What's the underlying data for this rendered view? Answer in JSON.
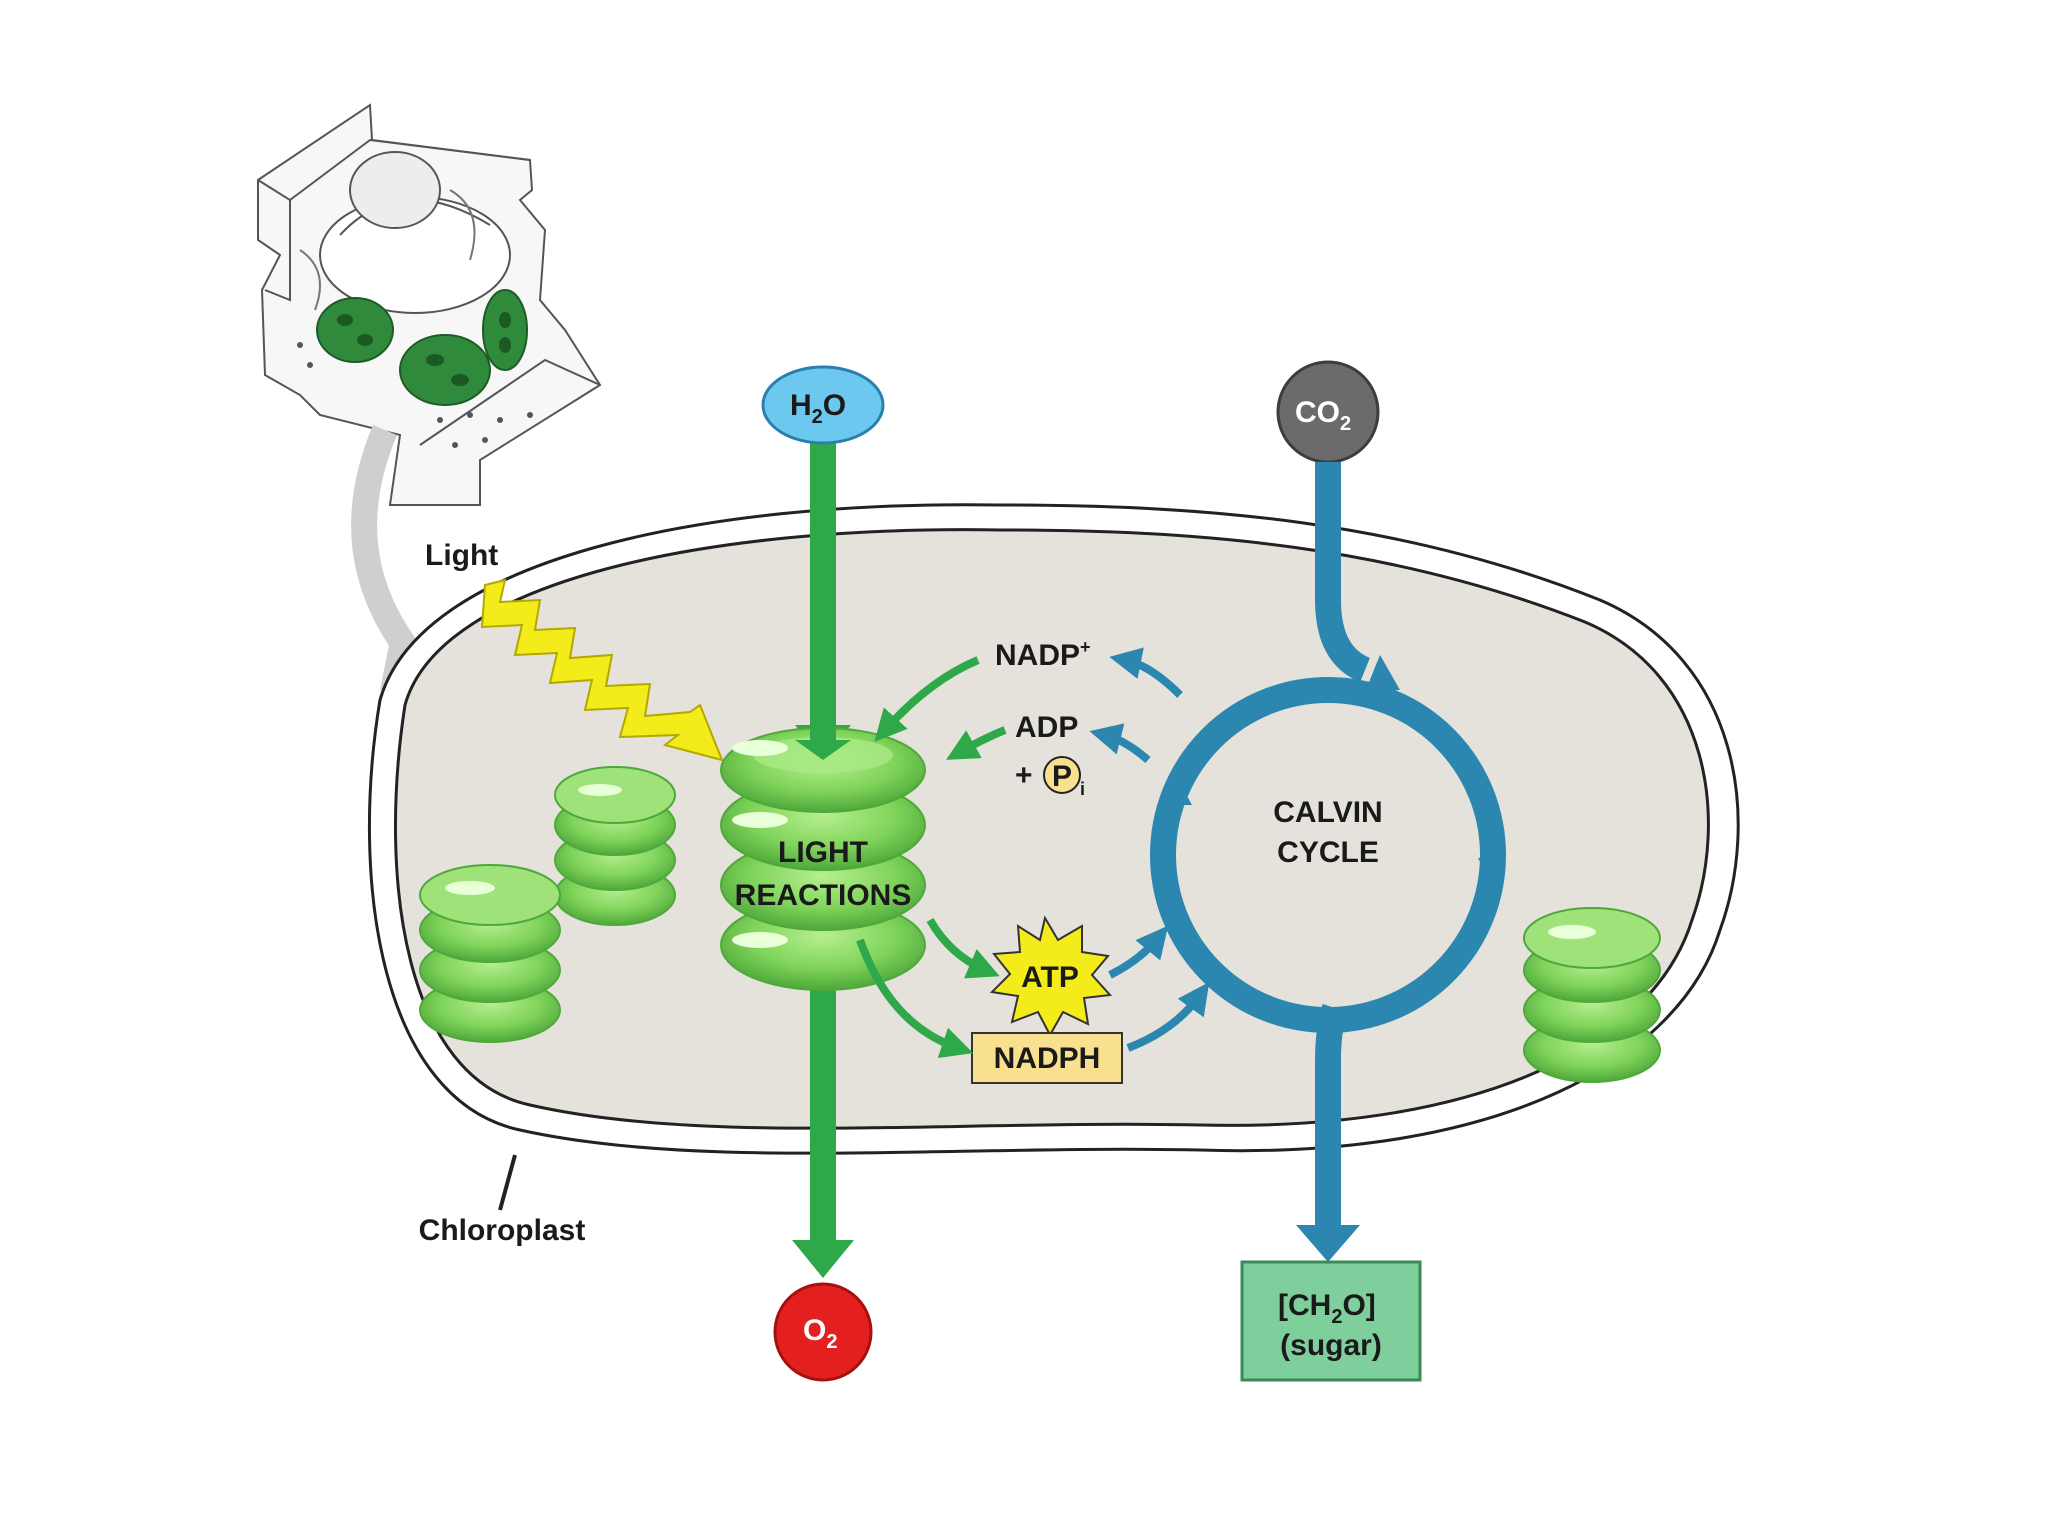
{
  "labels": {
    "light": "Light",
    "chloroplast": "Chloroplast",
    "h2o_main": "H",
    "h2o_sub": "2",
    "h2o_tail": "O",
    "co2_main": "CO",
    "co2_sub": "2",
    "o2_main": "O",
    "o2_sub": "2",
    "light_reactions_line1": "LIGHT",
    "light_reactions_line2": "REACTIONS",
    "calvin_line1": "CALVIN",
    "calvin_line2": "CYCLE",
    "nadp_main": "NADP",
    "nadp_sup": "+",
    "adp": "ADP",
    "pi_plus": "+",
    "pi_p": "P",
    "pi_sub": "i",
    "atp": "ATP",
    "nadph": "NADPH",
    "sugar_line1_a": "[CH",
    "sugar_line1_sub": "2",
    "sugar_line1_b": "O]",
    "sugar_line2": "(sugar)"
  },
  "icons": [
    "plant-cell-icon",
    "lightning-bolt-icon",
    "thylakoid-stack-icon",
    "atp-starburst-icon",
    "phosphate-circle-icon"
  ],
  "colors": {
    "chloroplast_fill": "#e4e2da",
    "thylakoid_green": "#7fd35a",
    "light_flow_green": "#2fa84a",
    "calvin_blue": "#2b86b0",
    "water_blue": "#6cc8ef",
    "co2_gray": "#6b6b6b",
    "o2_red": "#e3201f",
    "bolt_yellow": "#f4ec1a",
    "nadph_box": "#f8e08e",
    "sugar_box": "#7fcf9c"
  }
}
